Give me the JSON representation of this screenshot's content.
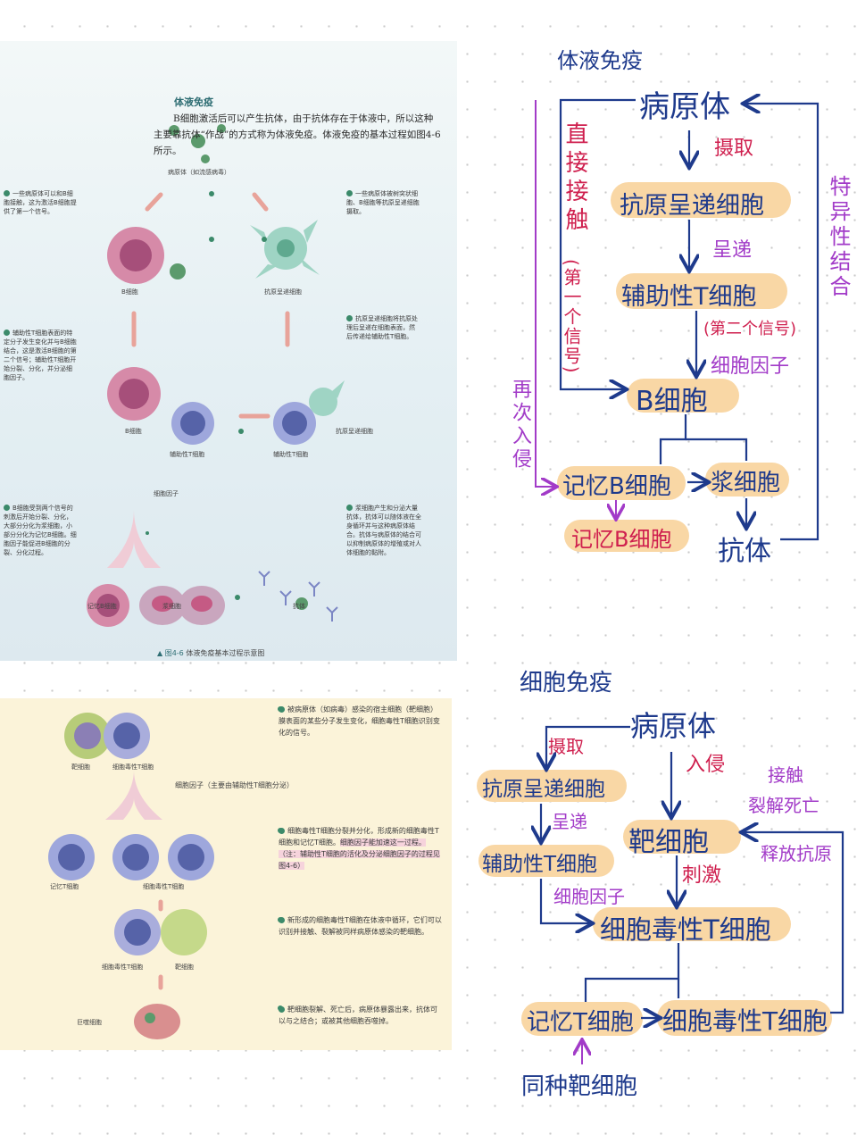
{
  "humoral_textbook": {
    "title": "体液免疫",
    "intro": "B细胞激活后可以产生抗体，由于抗体存在于体液中，所以这种主要靠抗体“作战”的方式称为体液免疫。体液免疫的基本过程如图4-6所示。",
    "labels": {
      "pathogen": "病原体（如流感病毒）",
      "b_cell_1": "B细胞",
      "apc_1": "抗原呈递细胞",
      "b_cell_2": "B细胞",
      "th_cell": "辅助性T细胞",
      "th_cell_2": "辅助性T细胞",
      "apc_2": "抗原呈递细胞",
      "cytokine": "细胞因子",
      "memory_b": "记忆B细胞",
      "plasma": "浆细胞",
      "antibody": "抗体"
    },
    "notes": {
      "n1": "一些病原体可以和B细胞接触，这为激活B细胞提供了第一个信号。",
      "n2": "一些病原体被树突状细胞、B细胞等抗原呈递细胞摄取。",
      "n3": "辅助性T细胞表面的特定分子发生变化并与B细胞结合，这是激活B细胞的第二个信号；辅助性T细胞开始分裂、分化，并分泌细胞因子。",
      "n4": "抗原呈递细胞将抗原处理后呈递在细胞表面，然后传递给辅助性T细胞。",
      "n5": "B细胞受到两个信号的刺激后开始分裂、分化，大部分分化为浆细胞，小部分分化为记忆B细胞。细胞因子能促进B细胞的分裂、分化过程。",
      "n6": "浆细胞产生和分泌大量抗体，抗体可以随体液在全身循环并与这种病原体结合。抗体与病原体的结合可以抑制病原体的增殖或对人体细胞的黏附。"
    },
    "caption_fig": "图4-6",
    "caption": "体液免疫基本过程示意图"
  },
  "cellular_textbook": {
    "labels": {
      "target_cell": "靶细胞",
      "cytotoxic_t": "细胞毒性T细胞",
      "cytokine_note": "细胞因子（主要由辅助性T细胞分泌）",
      "memory_t": "记忆T细胞",
      "cytotoxic_t_2": "细胞毒性T细胞",
      "cytotoxic_t_3": "细胞毒性T细胞",
      "target_cell_2": "靶细胞",
      "macrophage": "巨噬细胞"
    },
    "notes": {
      "n1": "被病原体（如病毒）感染的宿主细胞（靶细胞）膜表面的某些分子发生变化，细胞毒性T细胞识别变化的信号。",
      "n2a": "细胞毒性T细胞分裂并分化，形成新的细胞毒性T细胞和记忆T细胞。",
      "n2b": "细胞因子能加速这一过程。（注：辅助性T细胞的活化及分泌细胞因子的过程见图4-6）",
      "n3": "新形成的细胞毒性T细胞在体液中循环，它们可以识别并接触、裂解被同样病原体感染的靶细胞。",
      "n4": "靶细胞裂解、死亡后，病原体暴露出来，抗体可以与之结合；或被其他细胞吞噬掉。"
    }
  },
  "humoral_notes": {
    "heading": "体液免疫",
    "pathogen": "病原体",
    "uptake": "摄取",
    "apc": "抗原呈递细胞",
    "present": "呈递",
    "th": "辅助性T细胞",
    "second_signal": "(第二个信号)",
    "cytokine": "细胞因子",
    "b_cell": "B细胞",
    "direct_contact": "直接接触",
    "first_signal": "(第一个信号)",
    "reinvade": "再次入侵",
    "memory_b": "记忆B细胞",
    "plasma": "浆细胞",
    "memory_b_2": "记忆B细胞",
    "antibody": "抗体",
    "specific_binding": "特异性结合"
  },
  "cellular_notes": {
    "heading": "细胞免疫",
    "pathogen": "病原体",
    "uptake": "摄取",
    "invade": "入侵",
    "apc": "抗原呈递细胞",
    "present": "呈递",
    "target": "靶细胞",
    "contact_lyse": "接触",
    "lyse_die": "裂解死亡",
    "release_antigen": "释放抗原",
    "th": "辅助性T细胞",
    "stimulate": "刺激",
    "cytokine": "细胞因子",
    "ctl": "细胞毒性T细胞",
    "memory_t": "记忆T细胞",
    "ctl_2": "细胞毒性T细胞",
    "same_target": "同种靶细胞"
  }
}
